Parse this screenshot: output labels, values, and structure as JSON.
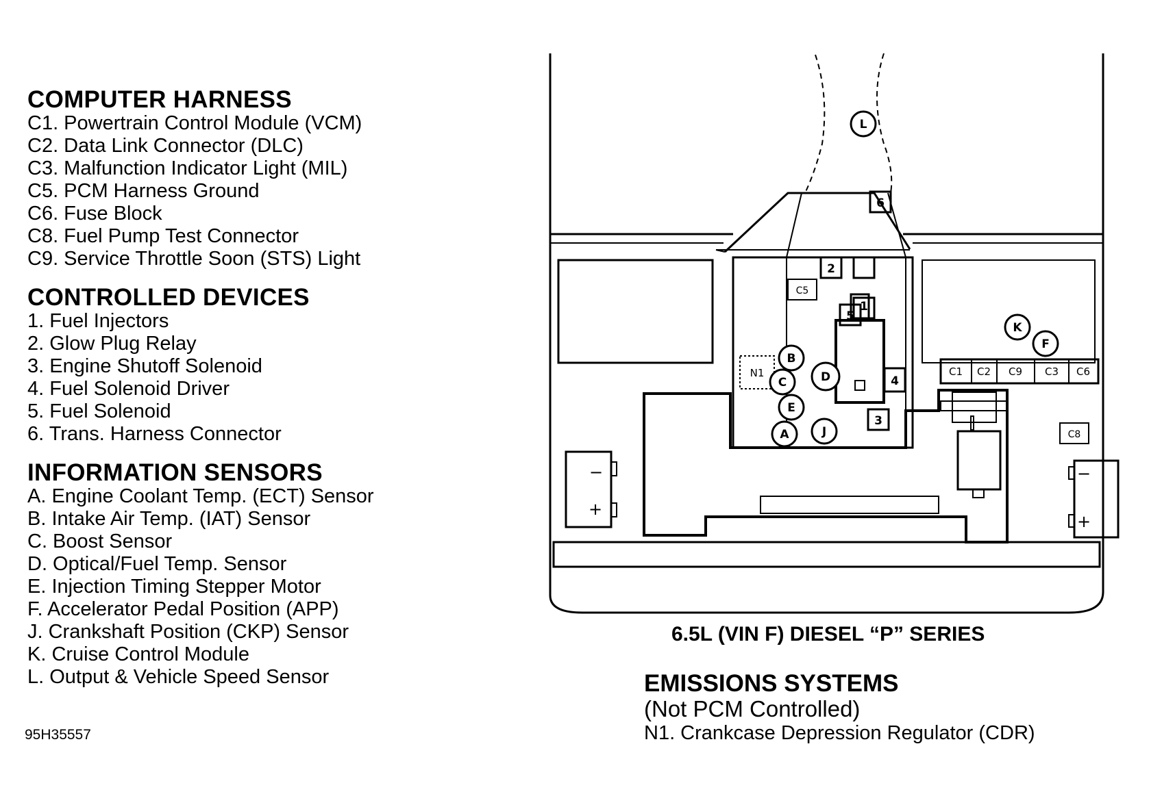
{
  "legend": {
    "computer_harness": {
      "title": "COMPUTER HARNESS",
      "items": [
        "C1. Powertrain Control Module (VCM)",
        "C2. Data Link Connector (DLC)",
        "C3. Malfunction Indicator Light (MIL)",
        "C5. PCM Harness Ground",
        "C6. Fuse Block",
        "C8. Fuel Pump Test Connector",
        "C9. Service Throttle Soon (STS) Light"
      ]
    },
    "controlled_devices": {
      "title": "CONTROLLED DEVICES",
      "items": [
        "1. Fuel Injectors",
        "2. Glow Plug Relay",
        "3. Engine Shutoff Solenoid",
        "4. Fuel Solenoid Driver",
        "5. Fuel Solenoid",
        "6. Trans. Harness Connector"
      ]
    },
    "information_sensors": {
      "title": "INFORMATION SENSORS",
      "items": [
        "A. Engine Coolant Temp. (ECT) Sensor",
        "B. Intake Air Temp. (IAT) Sensor",
        "C. Boost Sensor",
        "D. Optical/Fuel Temp. Sensor",
        "E. Injection Timing Stepper Motor",
        "F. Accelerator Pedal Position (APP)",
        "J. Crankshaft Position (CKP) Sensor",
        "K. Cruise Control Module",
        "L. Output & Vehicle Speed Sensor"
      ]
    }
  },
  "figure_code": "95H35557",
  "caption": "6.5L (VIN F) DIESEL “P” SERIES",
  "emissions": {
    "title": "EMISSIONS SYSTEMS",
    "subtitle": "(Not PCM Controlled)",
    "items": [
      "N1. Crankcase Depression Regulator (CDR)"
    ]
  },
  "diagram_labels": {
    "square": [
      "1",
      "2",
      "3",
      "4",
      "5",
      "6"
    ],
    "circle": [
      "A",
      "B",
      "C",
      "D",
      "E",
      "F",
      "J",
      "K",
      "L"
    ],
    "connectors": [
      "C1",
      "C2",
      "C9",
      "C3",
      "C6",
      "C5",
      "C8"
    ],
    "emission": "N1",
    "battery_minus": "−",
    "battery_plus": "+"
  }
}
